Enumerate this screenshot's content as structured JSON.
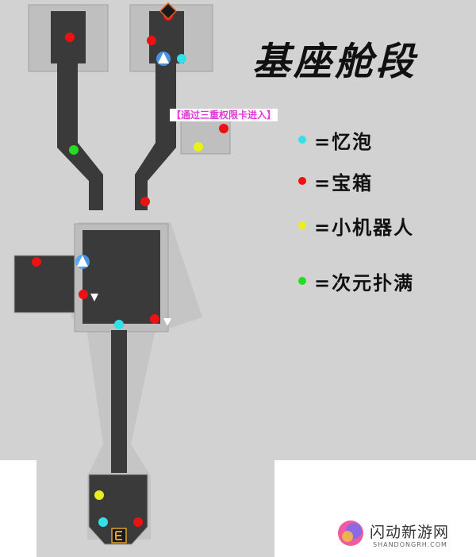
{
  "title": "基座舱段",
  "note": "【通过三重权限卡进入】",
  "legend": [
    {
      "label": "=忆泡",
      "color": "#33e0e8",
      "kind": "memory-bubble"
    },
    {
      "label": "=宝箱",
      "color": "#ee1111",
      "kind": "treasure-chest"
    },
    {
      "label": "=小机器人",
      "color": "#e8f020",
      "kind": "small-robot"
    },
    {
      "label": "=次元扑满",
      "color": "#22dd22",
      "kind": "dimension-piggybank"
    }
  ],
  "markers": {
    "cyan": "#33e0e8",
    "red": "#ee1111",
    "yellow": "#e8f020",
    "green": "#22dd22"
  },
  "icons": [
    "space-anchor-icon",
    "entrance-icon",
    "boss-icon",
    "down-arrow-icon"
  ],
  "watermark": {
    "brand": "闪动新游网",
    "site": "SHANDONGRH.COM"
  }
}
